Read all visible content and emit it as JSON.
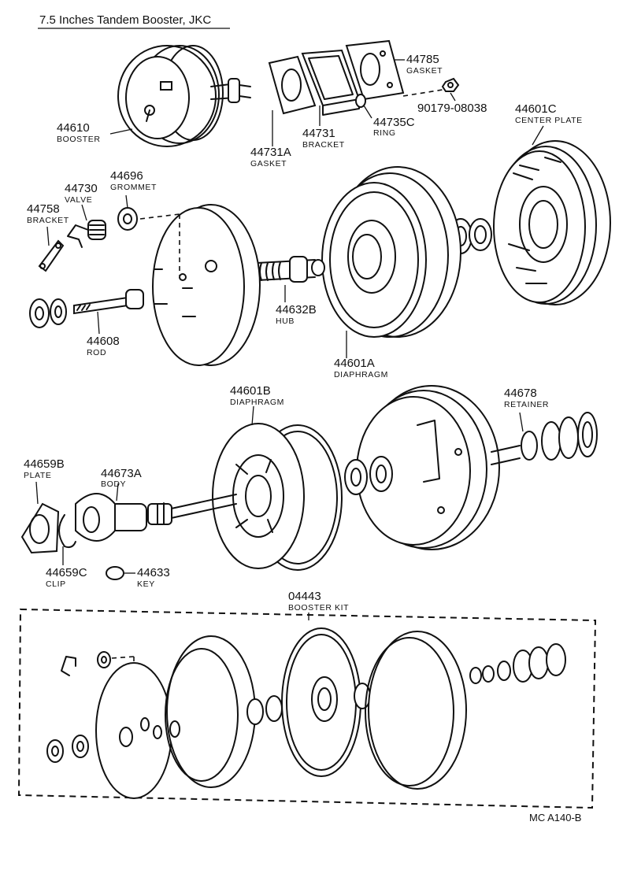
{
  "title": "7.5 Inches Tandem Booster, JKC",
  "parts": {
    "p44610": {
      "number": "44610",
      "name": "BOOSTER"
    },
    "p44785": {
      "number": "44785",
      "name": "GASKET"
    },
    "p44731": {
      "number": "44731",
      "name": "BRACKET"
    },
    "p44735C": {
      "number": "44735C",
      "name": "RING"
    },
    "p90179": {
      "number": "90179-08038"
    },
    "p44731A": {
      "number": "44731A",
      "name": "GASKET"
    },
    "p44601C": {
      "number": "44601C",
      "name": "CENTER PLATE"
    },
    "p44730": {
      "number": "44730",
      "name": "VALVE"
    },
    "p44696": {
      "number": "44696",
      "name": "GROMMET"
    },
    "p44758": {
      "number": "44758",
      "name": "BRACKET"
    },
    "p44632B": {
      "number": "44632B",
      "name": "HUB"
    },
    "p44608": {
      "number": "44608",
      "name": "ROD"
    },
    "p44601A": {
      "number": "44601A",
      "name": "DIAPHRAGM"
    },
    "p44601B": {
      "number": "44601B",
      "name": "DIAPHRAGM"
    },
    "p44678": {
      "number": "44678",
      "name": "RETAINER"
    },
    "p44659B": {
      "number": "44659B",
      "name": "PLATE"
    },
    "p44673A": {
      "number": "44673A",
      "name": "BODY"
    },
    "p44659C": {
      "number": "44659C",
      "name": "CLIP"
    },
    "p44633": {
      "number": "44633",
      "name": "KEY"
    },
    "p04443": {
      "number": "04443",
      "name": "BOOSTER KIT"
    }
  },
  "figure_ref": "MC  A140-B"
}
